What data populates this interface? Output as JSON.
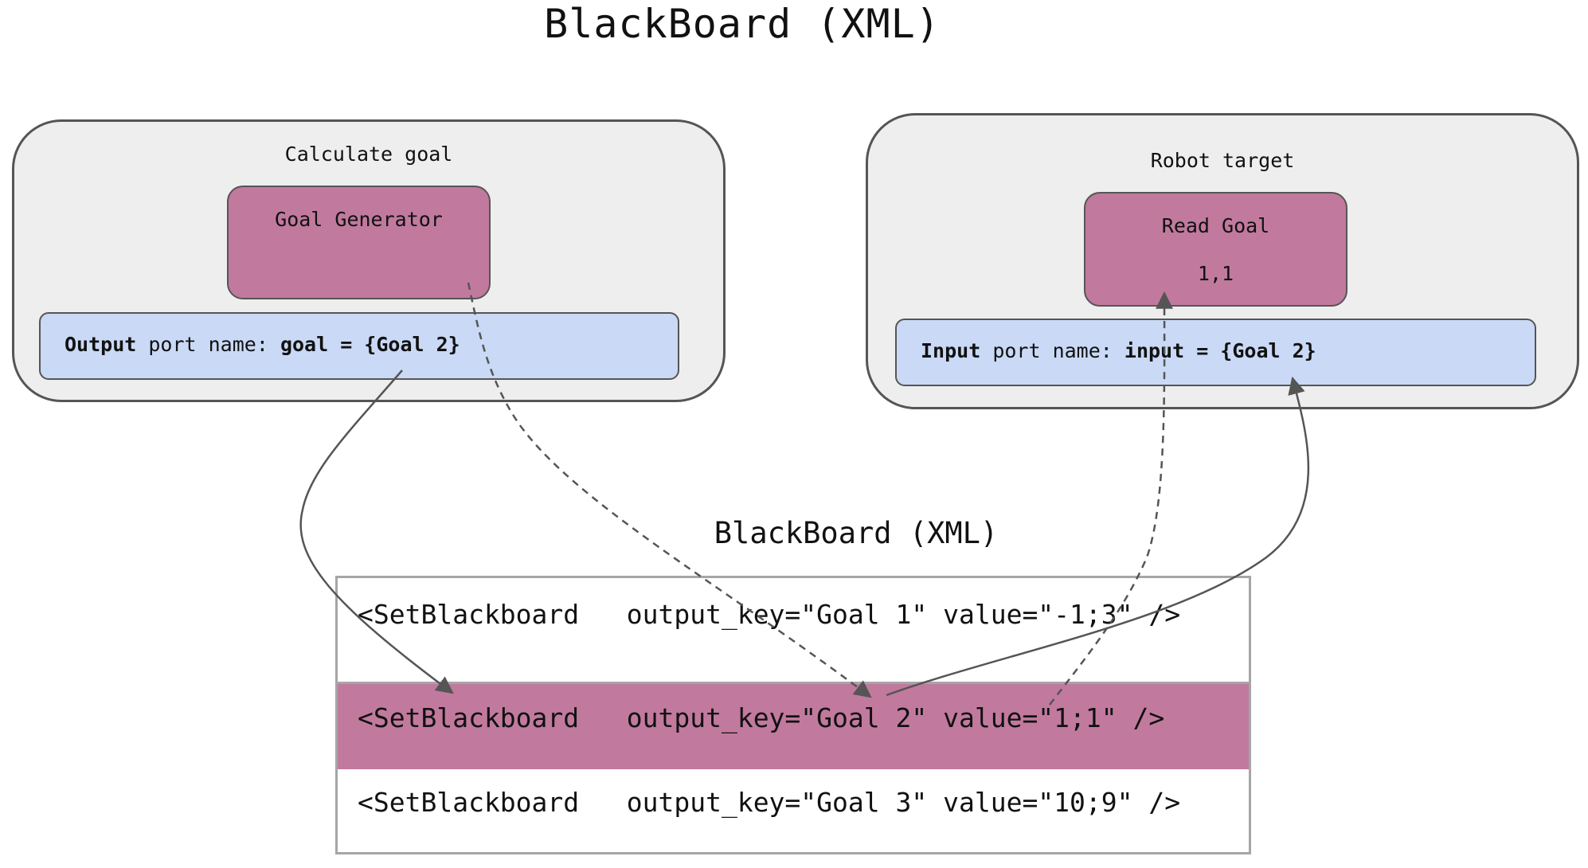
{
  "title": "BlackBoard (XML)",
  "groups": {
    "left": {
      "label": "Calculate goal"
    },
    "right": {
      "label": "Robot target"
    }
  },
  "nodes": {
    "goal_generator": {
      "label": "Goal Generator"
    },
    "read_goal": {
      "label": "Read Goal",
      "value": "1,1"
    }
  },
  "ports": {
    "output": {
      "kind": "Output",
      "text": " port name: ",
      "expr": "goal = {Goal 2}"
    },
    "input": {
      "kind": "Input",
      "text": " port name: ",
      "expr": "input = {Goal 2}"
    }
  },
  "blackboard": {
    "title": "BlackBoard (XML)",
    "rows": [
      {
        "text": "<SetBlackboard   output_key=\"Goal 1\" value=\"-1;3\" />",
        "highlighted": false
      },
      {
        "text": "<SetBlackboard   output_key=\"Goal 2\" value=\"1;1\" />",
        "highlighted": true
      },
      {
        "text": "<SetBlackboard   output_key=\"Goal 3\" value=\"10;9\" />",
        "highlighted": false
      }
    ]
  },
  "colors": {
    "node_fill": "#c17a9e",
    "port_fill": "#c9d9f6",
    "group_fill": "#eeeeee",
    "edge": "#555555"
  }
}
